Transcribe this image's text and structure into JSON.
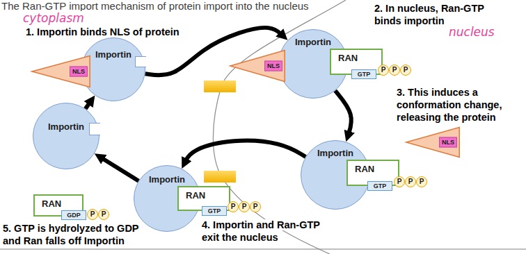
{
  "diagram": {
    "title": "The Ran-GTP import mechanism of protein import into the nucleus",
    "nodes": [
      {
        "text": [
          "NLS"
        ]
      },
      {
        "text": [
          "Importin"
        ]
      },
      {
        "text": [
          "NLS"
        ]
      },
      {
        "text": [
          "Importin"
        ]
      },
      {
        "text": [
          "RAN"
        ]
      },
      {
        "text": [
          "GTP"
        ]
      },
      {
        "text": [
          "P"
        ]
      },
      {
        "text": [
          "P"
        ]
      },
      {
        "text": [
          "P"
        ]
      },
      {
        "text": [
          "NLS"
        ]
      },
      {
        "text": [
          "Importin"
        ]
      },
      {
        "text": [
          "RAN"
        ]
      },
      {
        "text": [
          "GTP"
        ]
      },
      {
        "text": [
          "P"
        ]
      },
      {
        "text": [
          "P"
        ]
      },
      {
        "text": [
          "P"
        ]
      },
      {
        "text": [
          "Importin"
        ]
      },
      {
        "text": [
          "RAN"
        ]
      },
      {
        "text": [
          "GTP"
        ]
      },
      {
        "text": [
          "P"
        ]
      },
      {
        "text": [
          "P"
        ]
      },
      {
        "text": [
          "P"
        ]
      },
      {
        "text": [
          "Importin"
        ]
      },
      {
        "text": [
          "RAN"
        ]
      },
      {
        "text": [
          "GDP"
        ]
      },
      {
        "text": [
          "P"
        ]
      },
      {
        "text": [
          "P"
        ]
      }
    ],
    "edges": [
      {
        "from": 1,
        "to": 3,
        "arrow": "to"
      },
      {
        "from": 3,
        "to": 10,
        "arrow": "to"
      },
      {
        "from": 10,
        "to": 16,
        "arrow": "to"
      },
      {
        "from": 16,
        "to": 22,
        "arrow": "to"
      },
      {
        "from": 22,
        "to": 1,
        "arrow": "to"
      }
    ],
    "labels": [
      "cytoplasm",
      "nucleus",
      "1. Importin binds NLS of protein",
      "2. In nucleus, Ran-GTP binds importin",
      "3. This induces a conformation change, releasing the protein",
      "4. Importin and Ran-GTP exit the nucleus",
      "5. GTP is hydrolyzed to GDP and Ran falls off Importin"
    ]
  }
}
